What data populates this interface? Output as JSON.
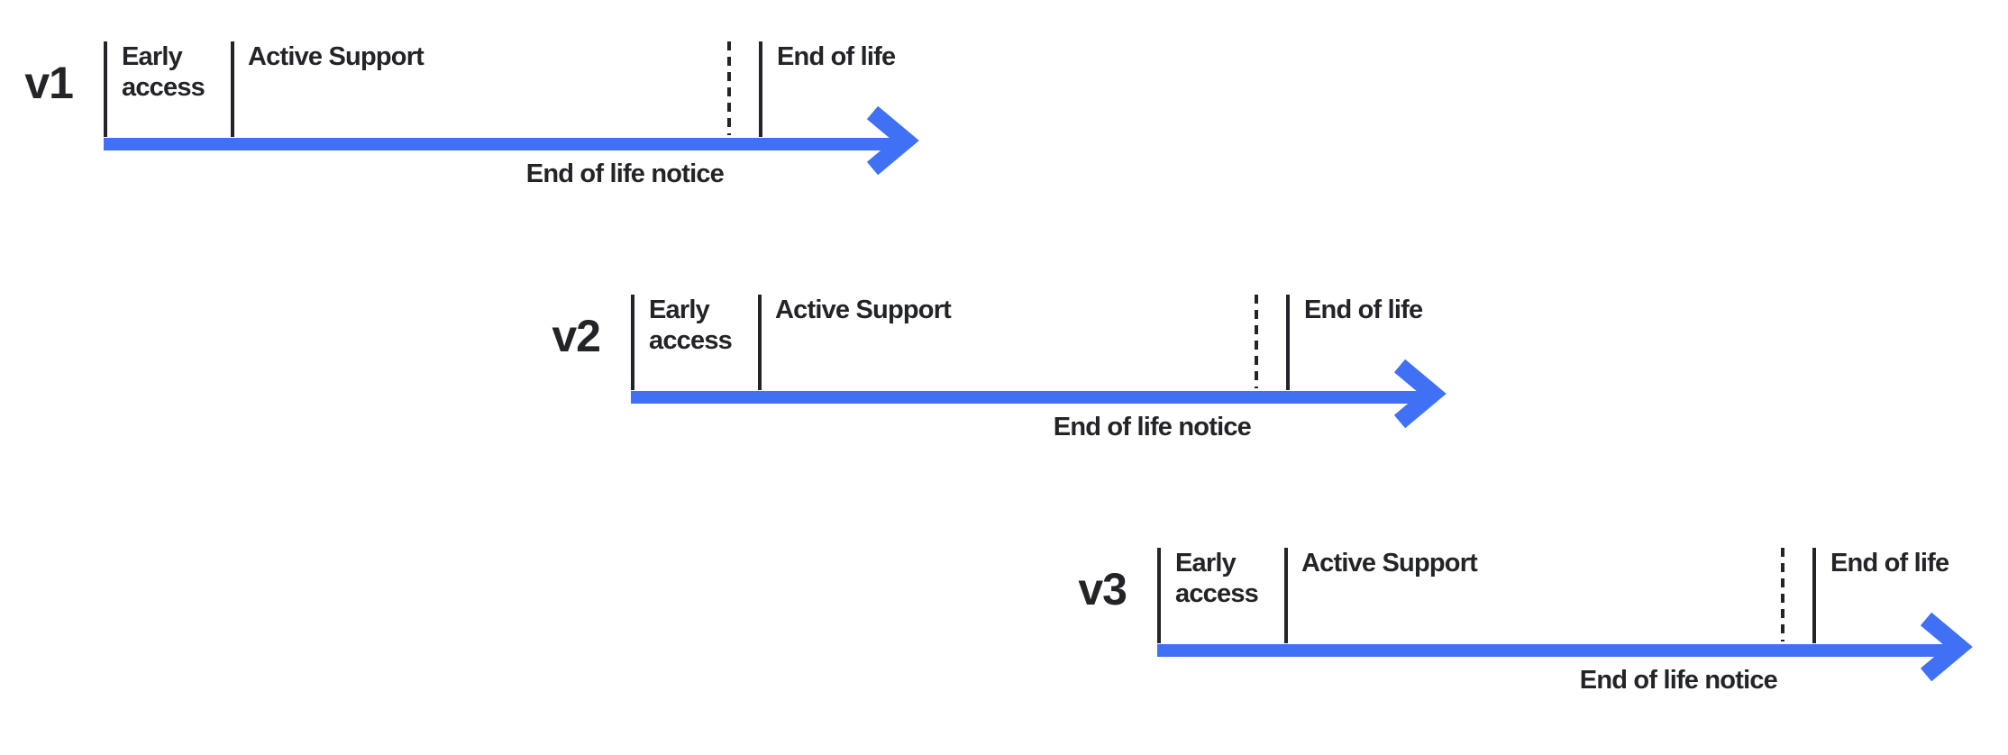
{
  "colors": {
    "arrow_blue": "#4071F4",
    "ink": "#222427"
  },
  "labels": {
    "early_access": "Early access",
    "active_support": "Active Support",
    "end_of_life": "End of life",
    "end_of_life_notice": "End of life notice"
  },
  "timelines": [
    {
      "version": "v1"
    },
    {
      "version": "v2"
    },
    {
      "version": "v3"
    }
  ]
}
